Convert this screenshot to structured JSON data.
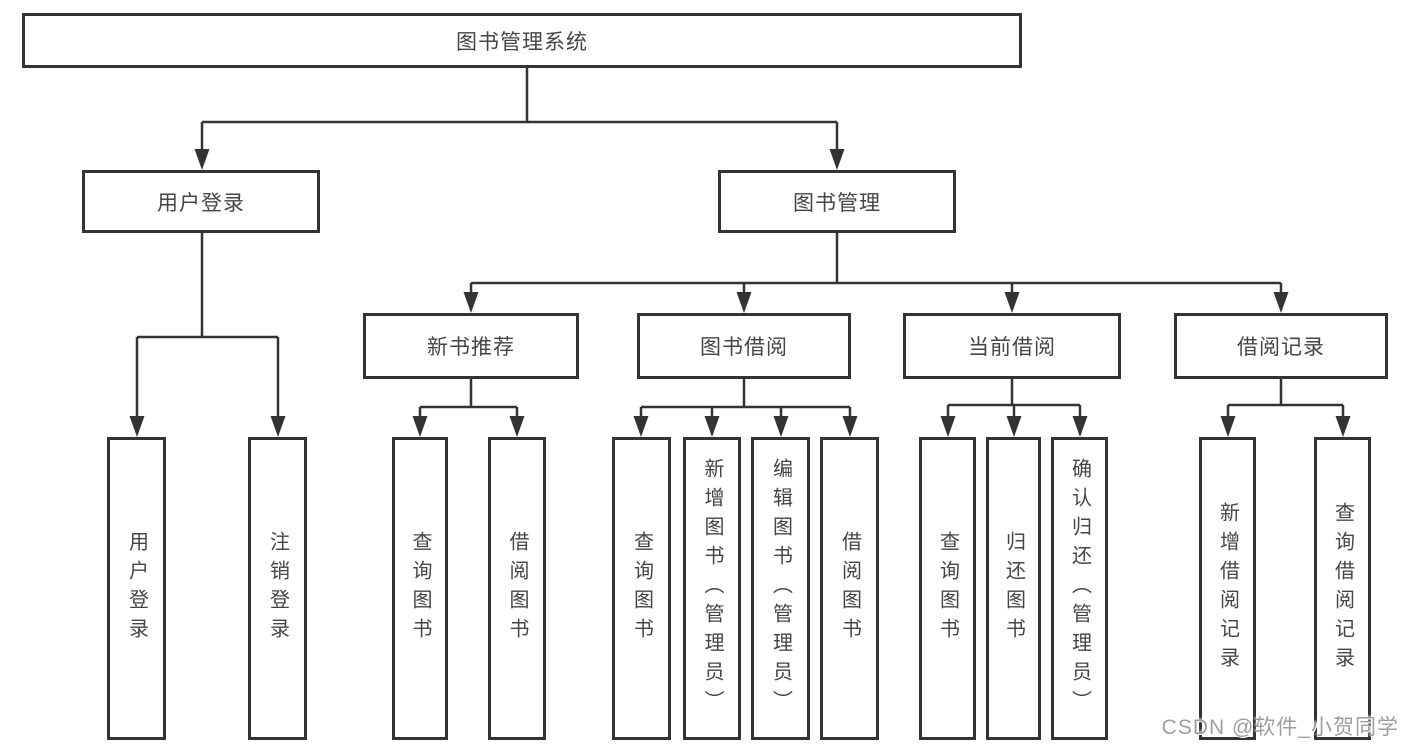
{
  "nodes": {
    "root": "图书管理系统",
    "user_login": "用户登录",
    "book_mgmt": "图书管理",
    "new_book_rec": "新书推荐",
    "book_borrow": "图书借阅",
    "current_borrow": "当前借阅",
    "borrow_records": "借阅记录",
    "leaf_user_login": "用户登录",
    "leaf_logout": "注销登录",
    "leaf_nb_query": "查询图书",
    "leaf_nb_borrow": "借阅图书",
    "leaf_bb_query": "查询图书",
    "leaf_bb_add": "新增图书（管理员）",
    "leaf_bb_edit": "编辑图书（管理员）",
    "leaf_bb_borrow": "借阅图书",
    "leaf_cb_query": "查询图书",
    "leaf_cb_return": "归还图书",
    "leaf_cb_confirm": "确认归还（管理员）",
    "leaf_br_add": "新增借阅记录",
    "leaf_br_query": "查询借阅记录"
  },
  "watermark": "CSDN @软件_小贺同学",
  "colors": {
    "line": "#333333",
    "box_border": "#333333",
    "text": "#454545",
    "watermark": "#9e9e9e",
    "background": "#ffffff"
  }
}
